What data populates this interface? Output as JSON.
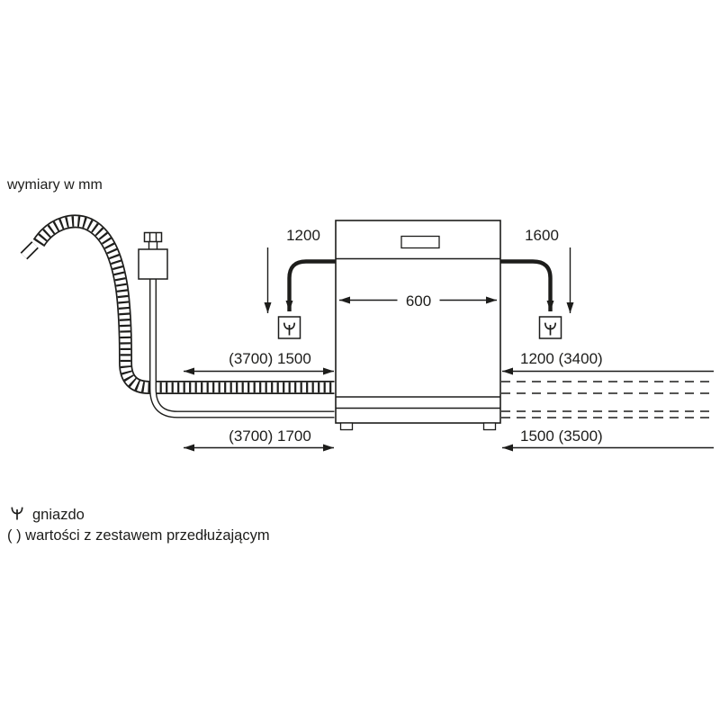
{
  "title": "wymiary w mm",
  "colors": {
    "ink": "#1d1d1b",
    "background": "#ffffff"
  },
  "dimensions": {
    "cord_left": "1200",
    "cord_right": "1600",
    "appliance_width": "600",
    "drain_hose_left": "(3700) 1500",
    "supply_hose_left": "(3700) 1700",
    "drain_hose_right": "1200 (3400)",
    "supply_hose_right": "1500 (3500)"
  },
  "legend": {
    "socket_symbol": "socket-fork-icon",
    "socket_label": "gniazdo",
    "extension_note": "( ) wartości z zestawem przedłużającym"
  }
}
